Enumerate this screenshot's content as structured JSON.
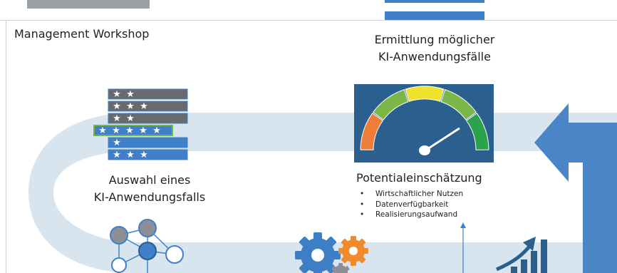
{
  "workshop": {
    "label": "Management Workshop"
  },
  "ermittlung": {
    "line1": "Ermittlung möglicher",
    "line2": "KI-Anwendungsfälle"
  },
  "auswahl": {
    "line1": "Auswahl eines",
    "line2": "KI-Anwendungsfalls"
  },
  "potential": {
    "label": "Potentialeinschätzung",
    "bullets": [
      "Wirtschaftlicher Nutzen",
      "Datenverfügbarkeit",
      "Realisierungsaufwand"
    ]
  },
  "rating_rows": [
    {
      "stars": 2,
      "highlight": false
    },
    {
      "stars": 3,
      "highlight": false
    },
    {
      "stars": 2,
      "highlight": false
    },
    {
      "stars": 5,
      "highlight": true
    },
    {
      "stars": 1,
      "highlight": false
    },
    {
      "stars": 3,
      "highlight": false
    }
  ],
  "gauge": {
    "level": 0.82,
    "zones": [
      "#ef7d37",
      "#7ab648",
      "#ede22e",
      "#7ab648",
      "#2ba24c"
    ]
  },
  "colors": {
    "loop_band": "#d8e5ef",
    "arrow_blue": "#4a86c5",
    "row_gray": "#686a70",
    "row_blue": "#3f80c8",
    "highlight_border": "#74b544",
    "gauge_bg": "#2a5f8e",
    "gear_blue": "#3d7fc4",
    "gear_orange": "#f08a2c",
    "node_gray": "#8c8f95",
    "node_blue": "#3f80c8"
  },
  "icons": [
    "rating-list-icon",
    "gauge-icon",
    "neural-network-icon",
    "gears-icon",
    "growth-chart-icon",
    "cycle-arrow-icon"
  ]
}
